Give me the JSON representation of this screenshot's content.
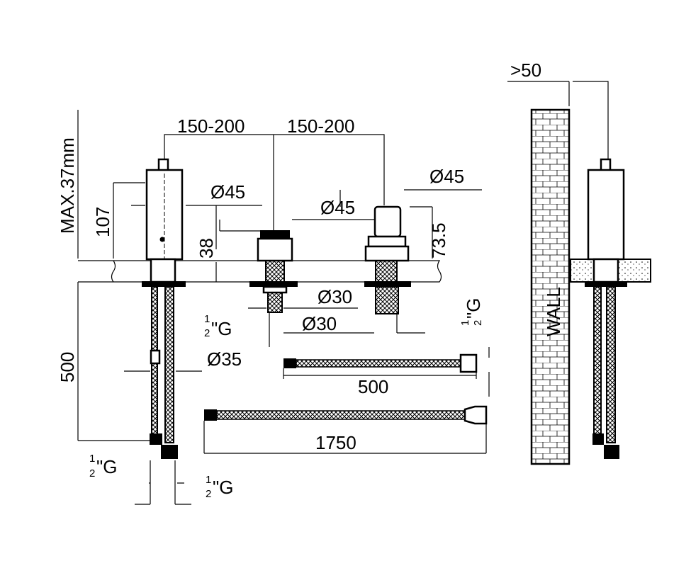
{
  "dims": {
    "spacing_left": "150-200",
    "spacing_right": "150-200",
    "max_thickness": "MAX.37mm",
    "spout_height": "107",
    "valve_height": "38",
    "right_spout_height": "73.5",
    "dia_45_a": "Ø45",
    "dia_45_b": "Ø45",
    "dia_45_c": "Ø45",
    "dia_30_a": "Ø30",
    "dia_30_b": "Ø30",
    "dia_35": "Ø35",
    "hose_length_left": "500",
    "hose_short": "500",
    "hose_long": "1750",
    "wall_clearance": ">50",
    "thread_num": "1",
    "thread_den": "2",
    "thread_suffix": "\"G"
  },
  "wall_label": "WALL"
}
